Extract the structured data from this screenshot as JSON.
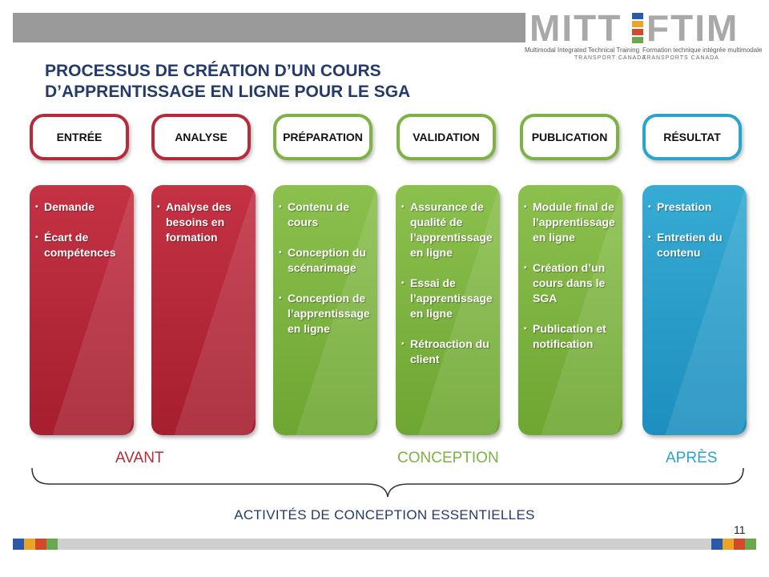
{
  "slide": {
    "title_line1": "PROCESSUS DE CRÉATION D’UN COURS",
    "title_line2": "D’APPRENTISSAGE EN LIGNE POUR LE SGA",
    "page_number": "11"
  },
  "logo": {
    "word_left": "MITT",
    "word_right": "FTIM",
    "english": "Multimodal Integrated Technical Training",
    "french": "Formation technique intégrée multimodale",
    "english_dept": "TRANSPORT CANADA",
    "french_dept": "TRANSPORTS CANADA"
  },
  "stages": [
    {
      "label": "ENTRÉE",
      "color": "#b52b3a"
    },
    {
      "label": "ANALYSE",
      "color": "#b52b3a"
    },
    {
      "label": "PRÉPARATION",
      "color": "#7cb342"
    },
    {
      "label": "VALIDATION",
      "color": "#7cb342"
    },
    {
      "label": "PUBLICATION",
      "color": "#7cb342"
    },
    {
      "label": "RÉSULTAT",
      "color": "#29a3d0"
    }
  ],
  "columns": [
    {
      "items": [
        "Demande",
        "Écart de compétences"
      ]
    },
    {
      "items": [
        "Analyse des besoins en formation"
      ]
    },
    {
      "items": [
        "Contenu de cours",
        "Conception du scénarimage",
        "Conception de l’apprentissage en ligne"
      ]
    },
    {
      "items": [
        "Assurance de qualité de l’apprentissage en ligne",
        "Essai de l’apprentissage en ligne",
        "Rétroaction du client"
      ]
    },
    {
      "items": [
        "Module final de l’apprentissage en ligne",
        "Création d’un cours dans le SGA",
        "Publication et notification"
      ]
    },
    {
      "items": [
        "Prestation",
        "Entretien du contenu"
      ]
    }
  ],
  "phases": {
    "avant": "AVANT",
    "conception": "CONCEPTION",
    "apres": "APRÈS"
  },
  "footer_label": "ACTIVITÉS DE CONCEPTION ESSENTIELLES",
  "colors": {
    "red": "#b52b3a",
    "green": "#7cb342",
    "blue": "#29a3d0",
    "title": "#243a6b"
  }
}
